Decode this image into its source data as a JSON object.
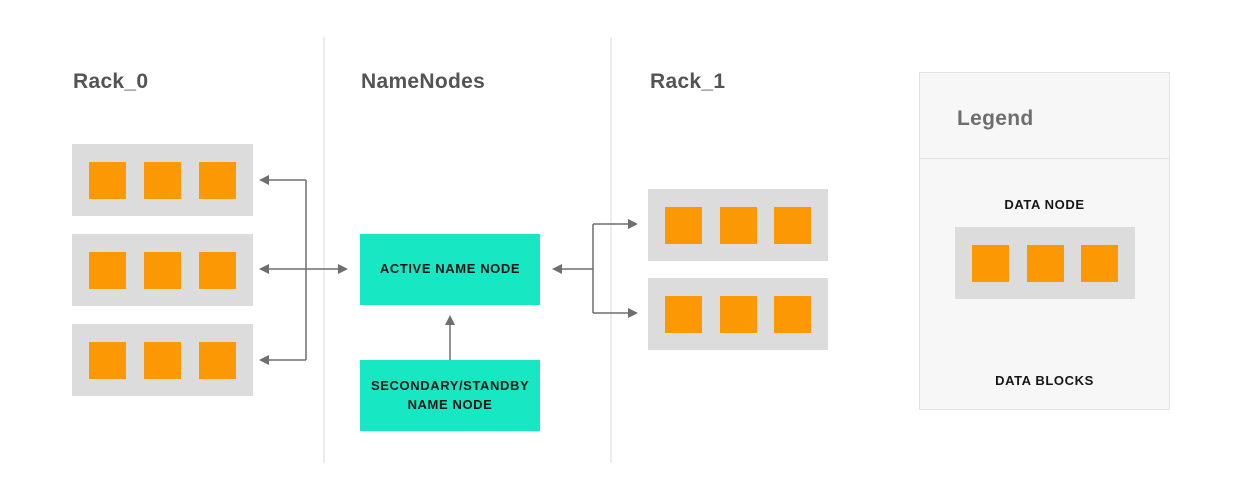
{
  "colors": {
    "background": "#FFFFFF",
    "orange": "#FB9803",
    "teal": "#18E7C4",
    "node_gray": "#DCDCDC",
    "panel_bg": "#F7F7F7",
    "panel_border": "#E3E3E3",
    "divider": "#ECECEC",
    "line": "#6E6E6E",
    "title_text": "#545454",
    "legend_title_text": "#6E6E6E",
    "label_text": "#161616"
  },
  "sections": {
    "rack0": {
      "title": "Rack_0",
      "node_count": 3,
      "blocks_per_node": 3
    },
    "namenodes": {
      "title": "NameNodes",
      "active_label": "ACTIVE NAME NODE",
      "secondary_label": "SECONDARY/STANDBY NAME NODE"
    },
    "rack1": {
      "title": "Rack_1",
      "node_count": 2,
      "blocks_per_node": 3
    }
  },
  "legend": {
    "title": "Legend",
    "data_node_label": "DATA NODE",
    "data_blocks_label": "DATA BLOCKS",
    "blocks_per_node": 3
  }
}
